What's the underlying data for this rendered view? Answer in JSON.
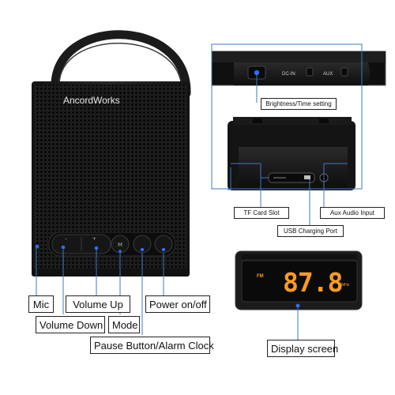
{
  "product": {
    "brand": "AncordWorks"
  },
  "ports_panel": {
    "dc_in_text": "DC-IN",
    "aux_text": "AUX"
  },
  "display": {
    "band": "FM",
    "frequency": "87.8",
    "unit": "MHz"
  },
  "callouts": {
    "brightness_time": "Brightness/Time setting",
    "tf_card_slot": "TF Card Slot",
    "aux_audio_input": "Aux Audio Input",
    "usb_charging_port": "USB Charging Port",
    "mic": "Mic",
    "volume_up": "Volume Up",
    "power": "Power on/off",
    "volume_down": "Volume Down",
    "mode": "Mode",
    "pause_alarm": "Pause Button/Alarm Clock",
    "display_screen": "Display screen"
  },
  "colors": {
    "body": "#1c1c1c",
    "led_blue": "#2f6cff",
    "display_orange": "#ff9a1f",
    "callout_line": "#3c78c8"
  }
}
